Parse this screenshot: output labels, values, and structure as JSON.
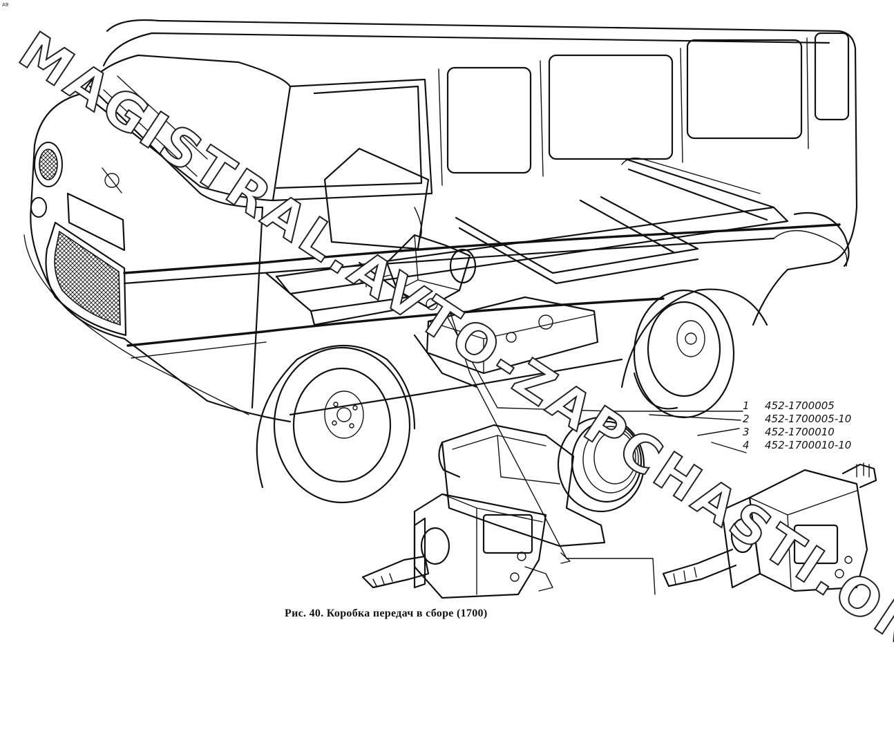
{
  "corner_mark": "A9",
  "watermark": "MAGISTRAL.AVTO-ZAPCHASTI.ONLINE",
  "callouts": [
    {
      "num": "1",
      "part": "452-1700005"
    },
    {
      "num": "2",
      "part": "452-1700005-10"
    },
    {
      "num": "3",
      "part": "452-1700010"
    },
    {
      "num": "4",
      "part": "452-1700010-10"
    }
  ],
  "caption": "Рис. 40. Коробка передач в сборе (1700)"
}
